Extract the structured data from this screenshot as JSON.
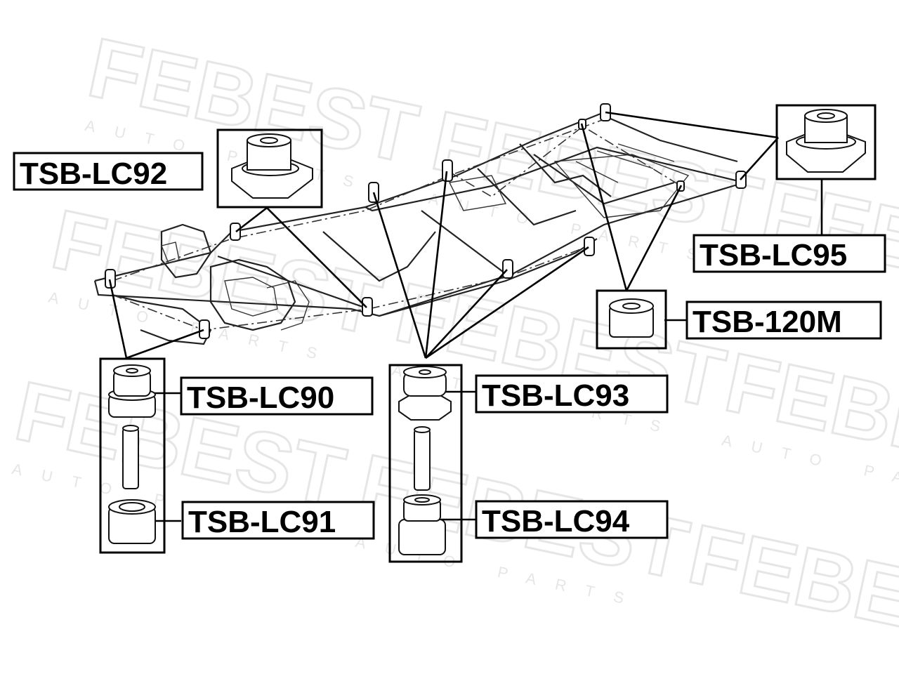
{
  "watermark": {
    "brand": "FEBEST",
    "sub": "AUTO PARTS"
  },
  "labels": {
    "lc92": "TSB-LC92",
    "lc95": "TSB-LC95",
    "m120": "TSB-120M",
    "lc90": "TSB-LC90",
    "lc93": "TSB-LC93",
    "lc91": "TSB-LC91",
    "lc94": "TSB-LC94"
  },
  "colors": {
    "line": "#000000",
    "watermark": "#e6e6e6",
    "background": "#ffffff"
  }
}
